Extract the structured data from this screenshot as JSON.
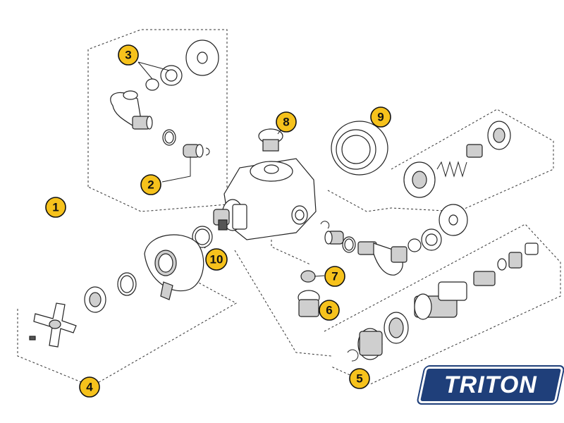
{
  "callouts": [
    {
      "label": "1"
    },
    {
      "label": "2"
    },
    {
      "label": "3"
    },
    {
      "label": "4"
    },
    {
      "label": "5"
    },
    {
      "label": "6"
    },
    {
      "label": "7"
    },
    {
      "label": "8"
    },
    {
      "label": "9"
    },
    {
      "label": "10"
    }
  ],
  "logo": {
    "text": "TRITON"
  },
  "colors": {
    "callout_fill": "#f6c21c",
    "logo_bg": "#1f3f7a"
  }
}
